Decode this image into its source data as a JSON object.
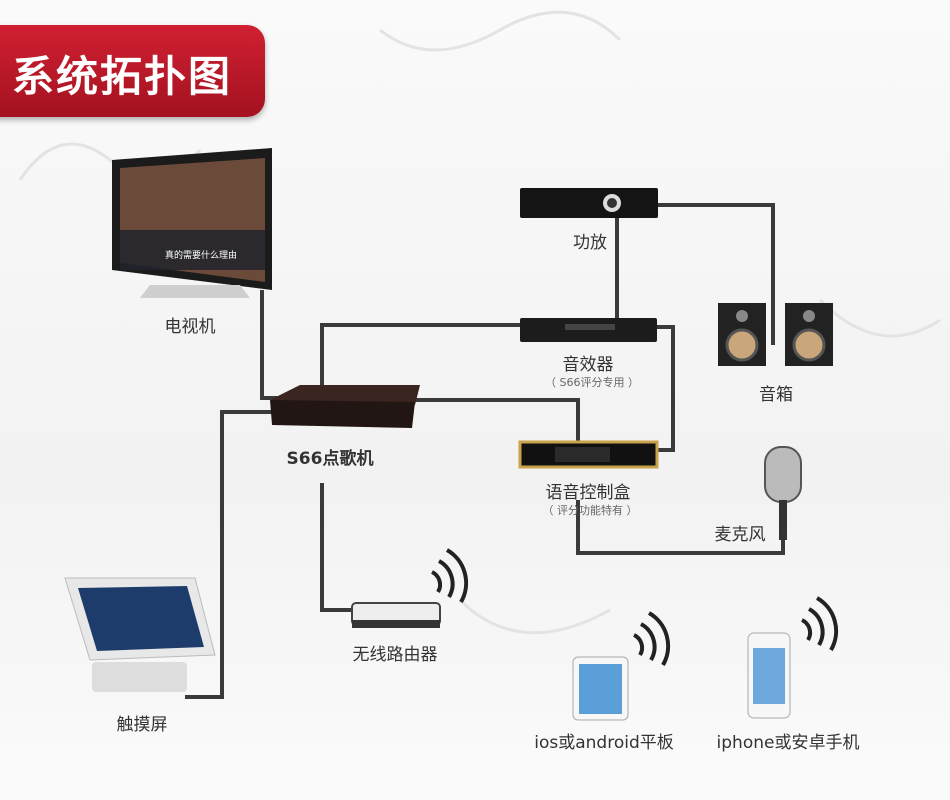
{
  "title": "系统拓扑图",
  "devices": {
    "tv": "电视机",
    "amp": "功放",
    "effects": "音效器",
    "effects_note": "（ S66评分专用 ）",
    "speakers": "音箱",
    "s66": "S66点歌机",
    "voice_box": "语音控制盒",
    "voice_note": "（ 评分功能特有 ）",
    "mic": "麦克风",
    "router": "无线路由器",
    "touch": "触摸屏",
    "tablet": "ios或android平板",
    "phone": "iphone或安卓手机"
  },
  "tv_screen_text": "真的需要什么理由",
  "colors": {
    "banner": "#c01a2b",
    "line": "#3a3a3a"
  }
}
